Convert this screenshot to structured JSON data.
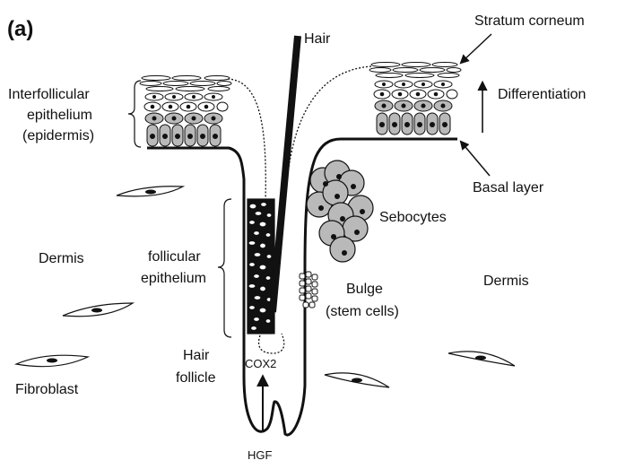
{
  "panel_label": "(a)",
  "labels": {
    "hair": "Hair",
    "stratum_corneum": "Stratum corneum",
    "differentiation": "Differentiation",
    "basal_layer": "Basal layer",
    "interfollicular_1": "Interfollicular",
    "interfollicular_2": "epithelium",
    "interfollicular_3": "(epidermis)",
    "sebocytes": "Sebocytes",
    "dermis_left": "Dermis",
    "dermis_right": "Dermis",
    "follicular_1": "follicular",
    "follicular_2": "epithelium",
    "bulge_1": "Bulge",
    "bulge_2": "(stem cells)",
    "hair_follicle_1": "Hair",
    "hair_follicle_2": "follicle",
    "cox2": "COX2",
    "fibroblast": "Fibroblast",
    "hgf": "HGF"
  },
  "colors": {
    "ink": "#111111",
    "cell_fill": "#b9b9b9",
    "cell_light": "#e4e4e4",
    "background": "#ffffff"
  }
}
